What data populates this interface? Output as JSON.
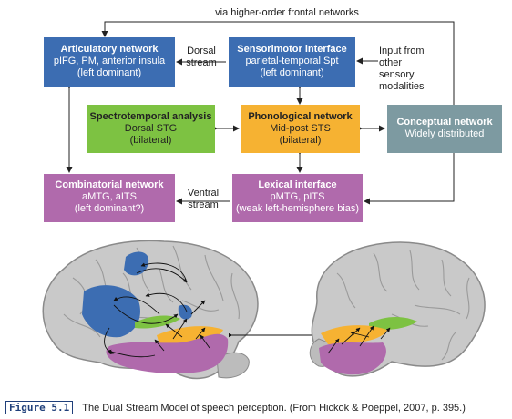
{
  "top_link_label": "via higher-order frontal networks",
  "dorsal_label": [
    "Dorsal",
    "stream"
  ],
  "ventral_label": [
    "Ventral",
    "stream"
  ],
  "input_label": [
    "Input from",
    "other sensory",
    "modalities"
  ],
  "boxes": {
    "articulatory": {
      "title": "Articulatory network",
      "lines": [
        "pIFG, PM, anterior insula",
        "(left dominant)"
      ],
      "color": "#3c6db2"
    },
    "sensorimotor": {
      "title": "Sensorimotor interface",
      "lines": [
        "parietal-temporal Spt",
        "(left dominant)"
      ],
      "color": "#3c6db2"
    },
    "spectrotemporal": {
      "title": "Spectrotemporal analysis",
      "lines": [
        "Dorsal STG",
        "(bilateral)"
      ],
      "color": "#7dc242"
    },
    "phonological": {
      "title": "Phonological network",
      "lines": [
        "Mid-post STS",
        "(bilateral)"
      ],
      "color": "#f6b232"
    },
    "conceptual": {
      "title": "Conceptual network",
      "lines": [
        "Widely distributed"
      ],
      "color": "#7d9aa1"
    },
    "combinatorial": {
      "title": "Combinatorial network",
      "lines": [
        "aMTG, aITS",
        "(left dominant?)"
      ],
      "color": "#b06aac"
    },
    "lexical": {
      "title": "Lexical interface",
      "lines": [
        "pMTG, pITS",
        "(weak left-hemisphere bias)"
      ],
      "color": "#b06aac"
    }
  },
  "caption": {
    "figure_label": "Figure 5.1",
    "text": "The Dual Stream Model of speech perception. (From Hickok & Poeppel, 2007, p. 395.)"
  }
}
